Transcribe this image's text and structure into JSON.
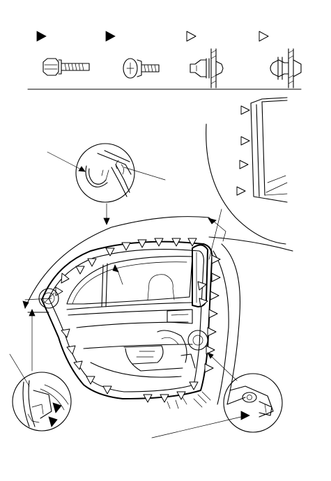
{
  "diagram": {
    "legend": [
      {
        "marker": "solid-triangle",
        "fastener": "flange-bolt",
        "color": "#000000"
      },
      {
        "marker": "solid-triangle",
        "fastener": "phillips-screw",
        "color": "#000000"
      },
      {
        "marker": "hollow-triangle",
        "fastener": "trim-clip",
        "color": "#ffffff"
      },
      {
        "marker": "hollow-triangle",
        "fastener": "weatherstrip-clip",
        "color": "#ffffff"
      }
    ],
    "callouts": [
      "upper-clip-detail",
      "rear-glass-run-detail",
      "lower-front-detail",
      "lower-rear-bolt-detail"
    ],
    "line_color": "#000000",
    "background": "#ffffff"
  }
}
